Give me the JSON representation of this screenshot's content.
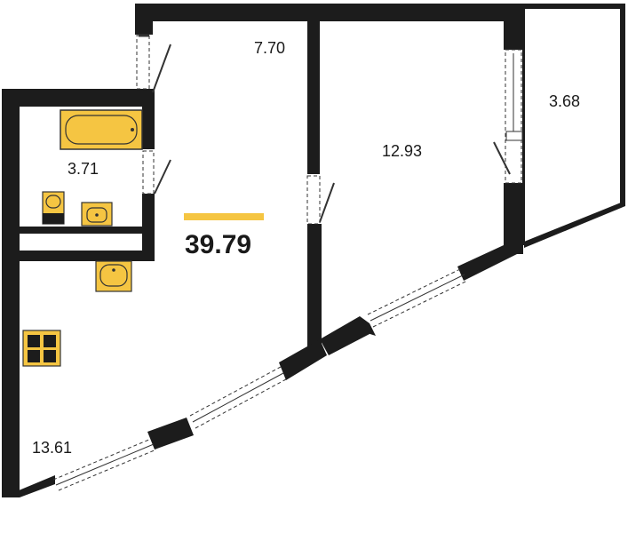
{
  "plan": {
    "total_area": "39.79",
    "accent_color": "#f5c542",
    "wall_color": "#1c1c1c",
    "rooms": [
      {
        "id": "hall",
        "label": "7.70"
      },
      {
        "id": "room",
        "label": "12.93"
      },
      {
        "id": "balcony",
        "label": "3.68"
      },
      {
        "id": "bathroom",
        "label": "3.71"
      },
      {
        "id": "kitchen",
        "label": "13.61"
      }
    ],
    "fixtures": [
      "bathtub-icon",
      "toilet-icon",
      "bathroom-sink-icon",
      "kitchen-sink-icon",
      "stove-icon"
    ]
  }
}
